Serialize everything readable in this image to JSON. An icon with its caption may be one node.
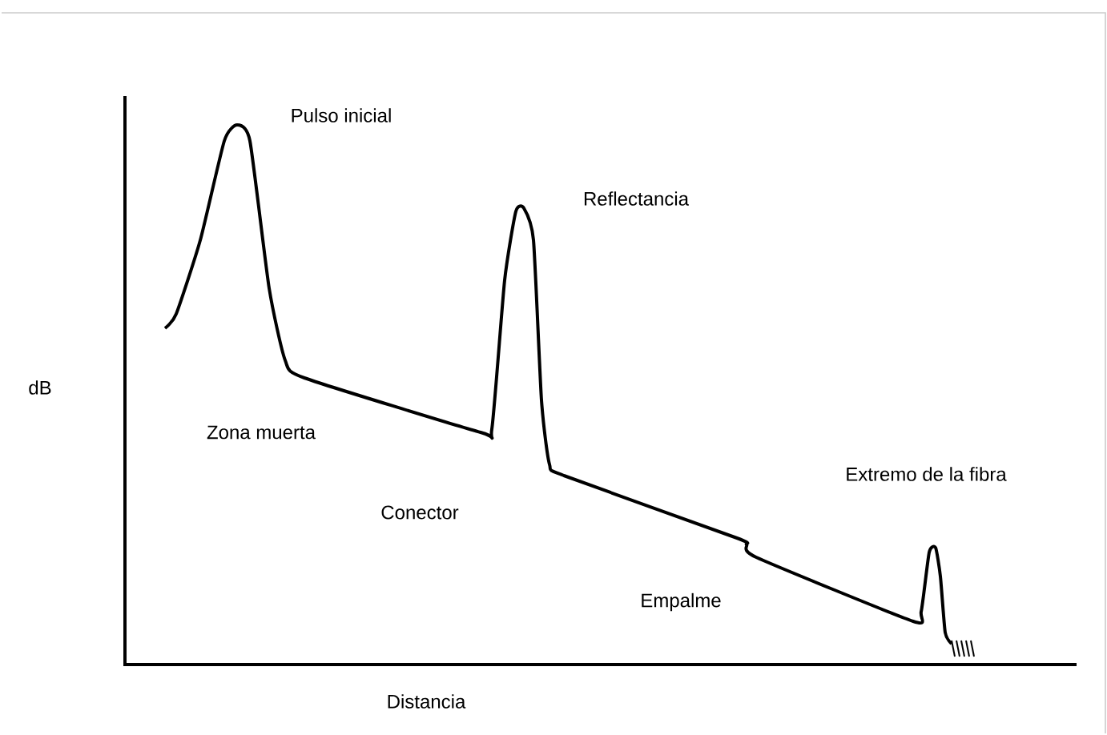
{
  "diagram": {
    "labels": [
      "Pulso inicial",
      "Reflectancia",
      "dB",
      "Zona muerta",
      "Conector",
      "Extremo de la fibra",
      "Empalme",
      "Distancia"
    ]
  }
}
